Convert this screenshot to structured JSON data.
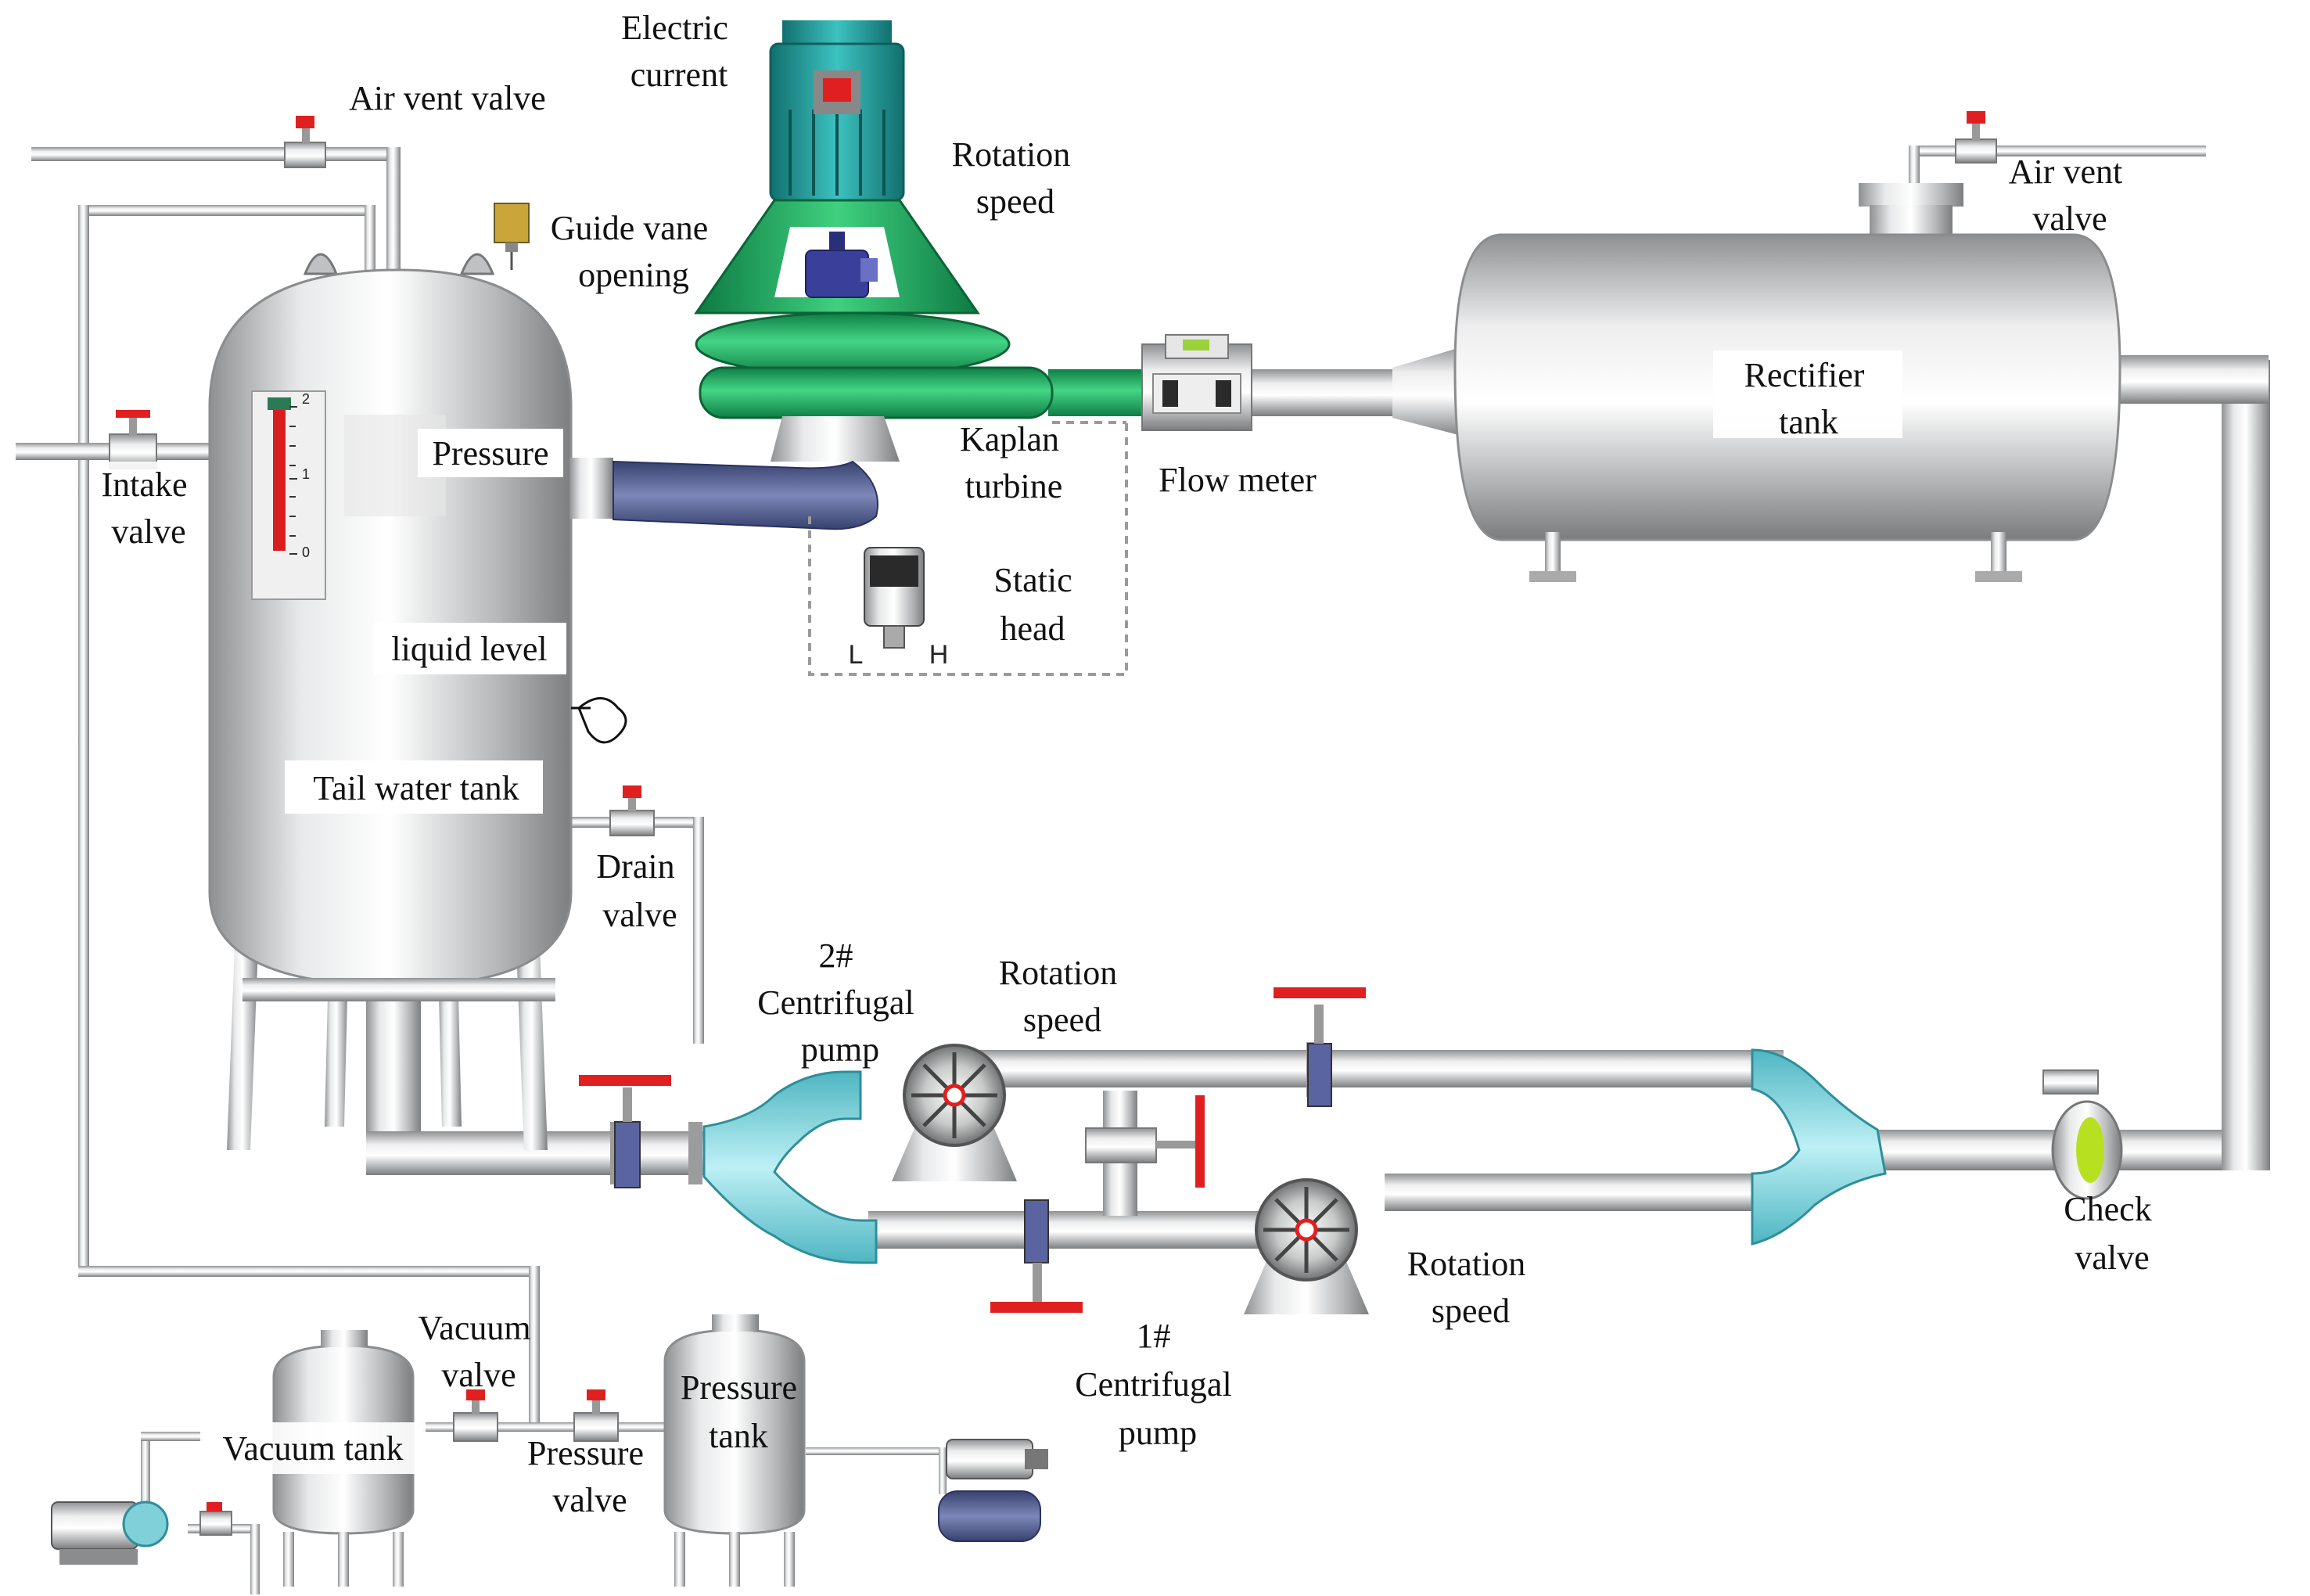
{
  "labels": {
    "electric_current": [
      "Electric",
      "current"
    ],
    "air_vent_left": "Air vent valve",
    "rotation_speed_turbine": [
      "Rotation",
      "speed"
    ],
    "guide_vane": [
      "Guide vane",
      "opening"
    ],
    "air_vent_right": [
      "Air vent",
      "valve"
    ],
    "rectifier_tank": [
      "Rectifier",
      "tank"
    ],
    "pressure": "Pressure",
    "intake_valve": [
      "Intake",
      "valve"
    ],
    "kaplan_turbine": [
      "Kaplan",
      "turbine"
    ],
    "flow_meter": "Flow meter",
    "static_head": [
      "Static",
      "head"
    ],
    "static_head_low": "L",
    "static_head_high": "H",
    "liquid_level": "liquid level",
    "tail_water_tank": "Tail water tank",
    "drain_valve": [
      "Drain",
      "valve"
    ],
    "pump2": [
      "2#",
      "Centrifugal",
      "pump"
    ],
    "rotation_speed_pump2": [
      "Rotation",
      "speed"
    ],
    "rotation_speed_pump1": [
      "Rotation",
      "speed"
    ],
    "pump1": [
      "1#",
      "Centrifugal",
      "pump"
    ],
    "check_valve": [
      "Check",
      "valve"
    ],
    "vacuum_valve": [
      "Vacuum",
      "valve"
    ],
    "vacuum_tank": "Vacuum tank",
    "pressure_tank": [
      "Pressure",
      "tank"
    ],
    "pressure_valve": [
      "Pressure",
      "valve"
    ]
  },
  "level_gauge_ticks": [
    "2",
    "1",
    "0"
  ],
  "colors": {
    "pipe": "#c9cbcd",
    "valve_handle": "#e02020",
    "turbine_green": "#1aa05a",
    "generator_teal": "#1f9a9a",
    "pump_cyan": "#79cfd8",
    "draft_tube": "#4e5a8a",
    "check_valve_core": "#b6e020"
  }
}
